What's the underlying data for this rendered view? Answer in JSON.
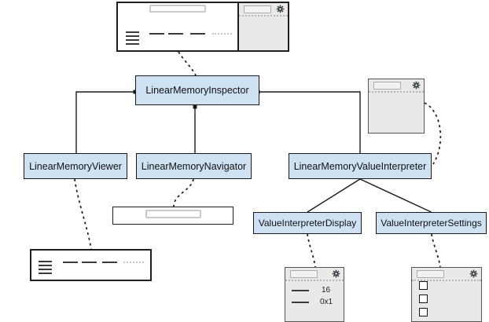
{
  "nodes": {
    "inspector": {
      "label": "LinearMemoryInspector"
    },
    "viewer": {
      "label": "LinearMemoryViewer"
    },
    "navigator": {
      "label": "LinearMemoryNavigator"
    },
    "value_interpreter": {
      "label": "LinearMemoryValueInterpreter"
    },
    "display": {
      "label": "ValueInterpreterDisplay"
    },
    "settings": {
      "label": "ValueInterpreterSettings"
    }
  },
  "display_mockup": {
    "rows": [
      {
        "value": "16"
      },
      {
        "value": "0x1"
      }
    ]
  },
  "settings_mockup": {
    "checkbox_count": 3
  },
  "icons": {
    "gear": "gear-icon",
    "list_lines": "row-lines-icon"
  },
  "colors": {
    "node_fill": "#cfe2f3",
    "node_border": "#1a1a1a",
    "window_fill": "#e9e9e9",
    "connector": "#1a1a1a"
  }
}
